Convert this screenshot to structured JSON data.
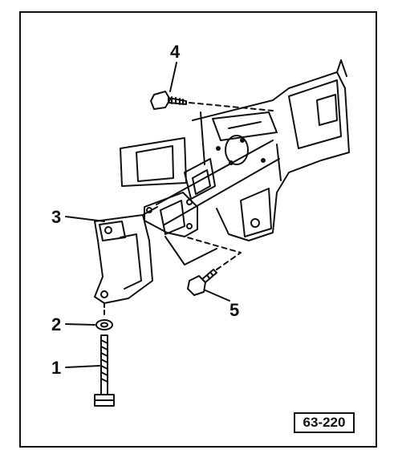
{
  "callouts": {
    "one": "1",
    "two": "2",
    "three": "3",
    "four": "4",
    "five": "5"
  },
  "figure_ref": "63-220",
  "colors": {
    "ink": "#111111",
    "paper": "#ffffff"
  }
}
